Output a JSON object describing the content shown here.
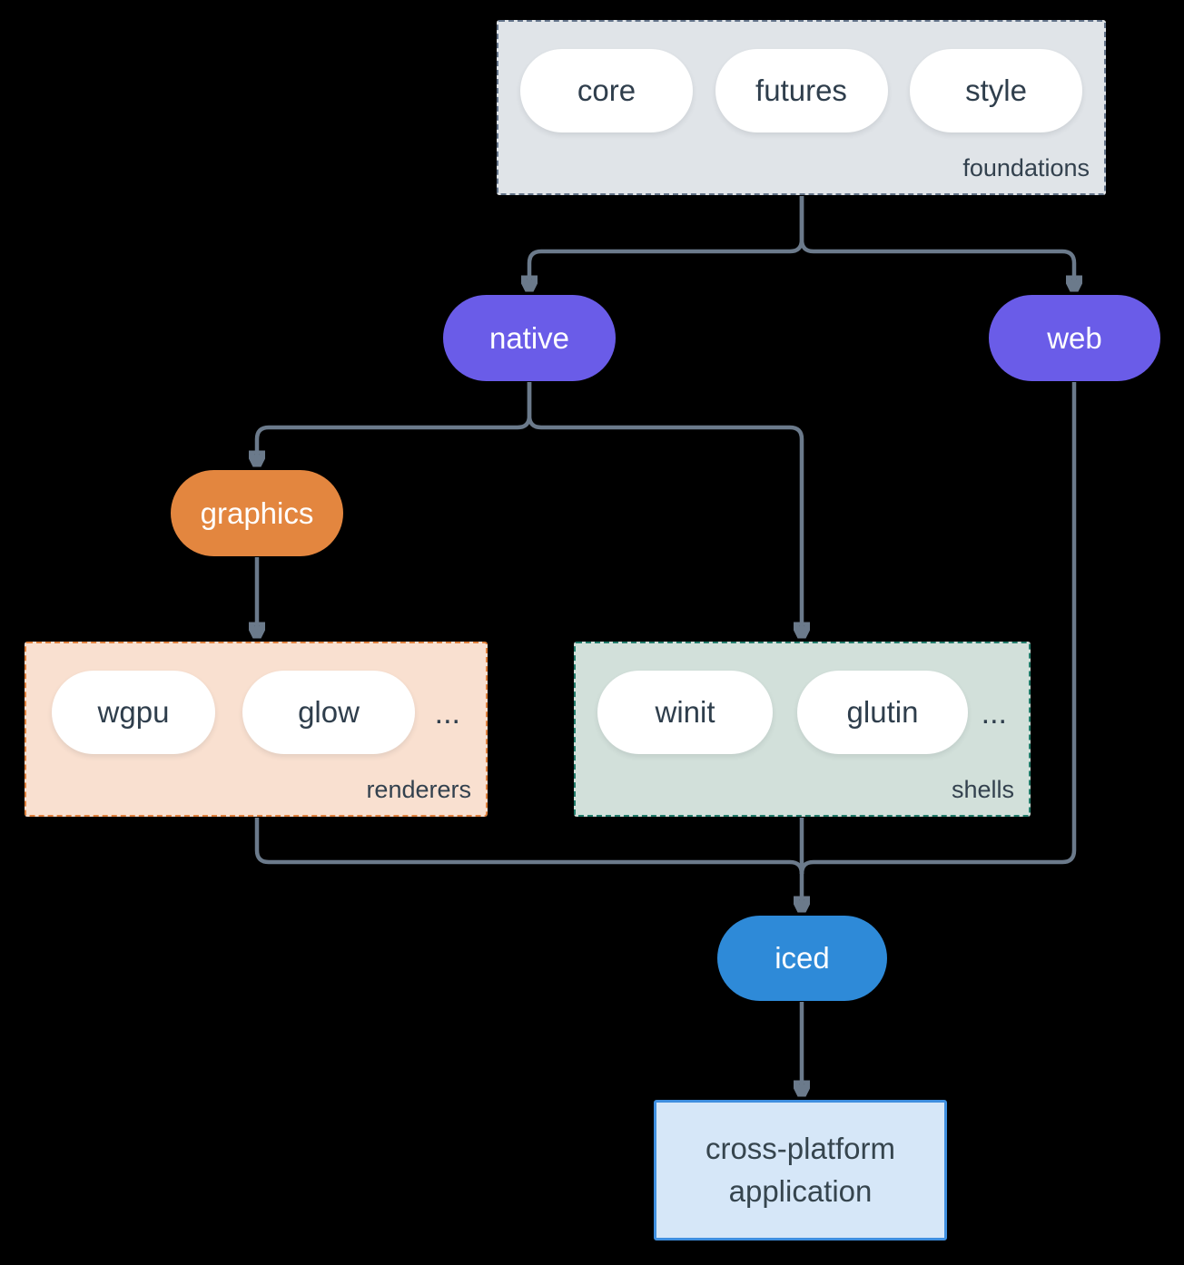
{
  "groups": {
    "foundations": {
      "label": "foundations",
      "items": [
        "core",
        "futures",
        "style"
      ]
    },
    "renderers": {
      "label": "renderers",
      "items": [
        "wgpu",
        "glow"
      ],
      "more": "..."
    },
    "shells": {
      "label": "shells",
      "items": [
        "winit",
        "glutin"
      ],
      "more": "..."
    }
  },
  "nodes": {
    "native": {
      "label": "native"
    },
    "web": {
      "label": "web"
    },
    "graphics": {
      "label": "graphics"
    },
    "iced": {
      "label": "iced"
    },
    "application": {
      "line1": "cross-platform",
      "line2": "application"
    }
  },
  "colors": {
    "background": "#000000",
    "connector": "#6b7a8b",
    "pill_fill": "#ffffff",
    "text_dark": "#2f3e4c",
    "text_light": "#ffffff",
    "foundations_fill": "#e0e4e8",
    "foundations_border": "#64748a",
    "renderers_fill": "#f9e0d0",
    "renderers_border": "#e0813d",
    "shells_fill": "#d2e0da",
    "shells_border": "#227c6b",
    "native_fill": "#6a5ce8",
    "web_fill": "#6a5ce8",
    "graphics_fill": "#e3863f",
    "iced_fill": "#2e8ad8",
    "application_fill": "#d6e7f8",
    "application_border": "#3f8fdf"
  }
}
